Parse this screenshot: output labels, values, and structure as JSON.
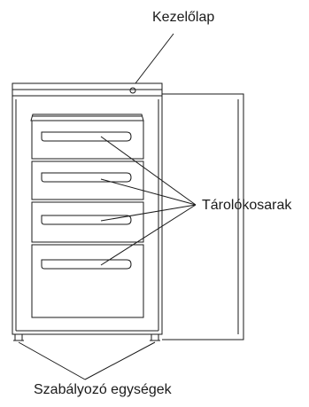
{
  "labels": {
    "control_panel": "Kezelőlap",
    "baskets": "Tárolókosarak",
    "adjusters": "Szabályozó egységek"
  }
}
